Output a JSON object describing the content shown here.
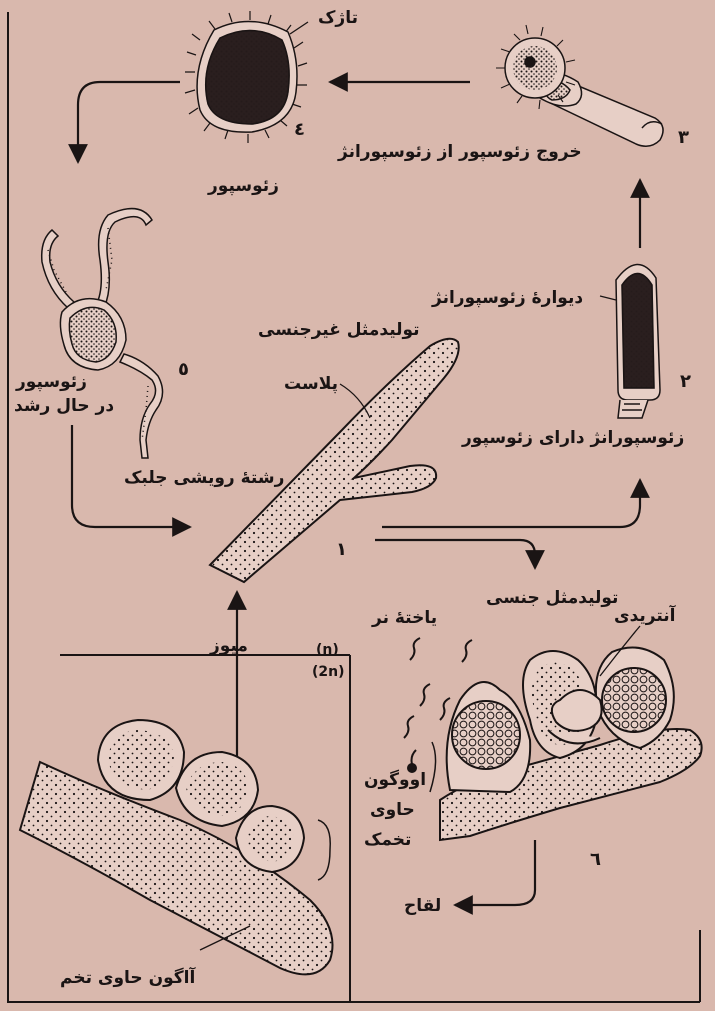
{
  "colors": {
    "paper": "#d9b8ad",
    "ink": "#1a1414",
    "cellfill": "#e7cfc6",
    "dark": "#2a1f1f"
  },
  "labels": {
    "flagellum": "تاژک",
    "zoospore": "زئوسپور",
    "zoospore_exit": "خروج زئوسپور از زئوسپورانژ",
    "zoosporangium_wall": "دیوارهٔ زئوسپورانژ",
    "asexual_thallus": "تولیدمثل غیرجنسی",
    "plastid": "پلاست",
    "growing_zoospore_1": "زئوسپور",
    "growing_zoospore_2": "در حال رشد",
    "algal_filament": "رشتهٔ رویشی جلبک",
    "zoosporangium_with_zoospores": "زئوسپورانژ دارای زئوسپور",
    "sexual_reproduction": "تولیدمثل جنسی",
    "male_cell": "یاختهٔ نر",
    "antheridium": "آنتریدی",
    "meiosis": "میوز",
    "n_marker": "(n)",
    "2n_marker": "(2n)",
    "oogonium_1": "اووگون",
    "oogonium_2": "حاوی",
    "oogonium_3": "تخمک",
    "fertilization": "لقاح",
    "oogonium_with_egg": "آاگون حاوی تخم"
  },
  "step_numbers": {
    "s1": "١",
    "s2": "٢",
    "s3": "٣",
    "s4": "٤",
    "s5": "٥",
    "s6": "٦"
  }
}
